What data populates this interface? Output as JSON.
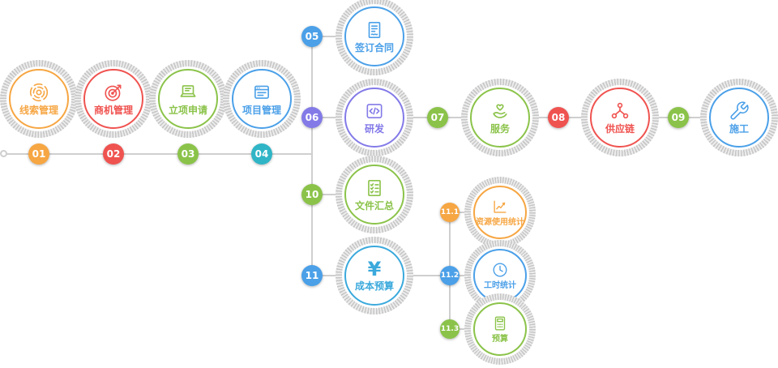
{
  "colors": {
    "orange": "#F6A643",
    "red": "#EF5350",
    "green": "#8BC34A",
    "blue": "#4BA0E8",
    "purple": "#837AE8",
    "teal": "#2FB5C6",
    "sky": "#3BA9DC",
    "line": "#CFCFCF",
    "ring": "#D6D6D6"
  },
  "nodes": {
    "clue": {
      "label": "线索管理",
      "badge": "01",
      "icon": "radar-icon"
    },
    "opportunity": {
      "label": "商机管理",
      "badge": "02",
      "icon": "target-arrow-icon"
    },
    "initiation": {
      "label": "立项申请",
      "badge": "03",
      "icon": "laptop-doc-icon"
    },
    "project": {
      "label": "项目管理",
      "badge": "04",
      "icon": "browser-icon"
    },
    "contract": {
      "label": "签订合同",
      "badge": "05",
      "icon": "contract-icon"
    },
    "rnd": {
      "label": "研发",
      "badge": "06",
      "icon": "code-icon"
    },
    "service": {
      "label": "服务",
      "badge": "07",
      "icon": "heart-hand-icon"
    },
    "supply": {
      "label": "供应链",
      "badge": "08",
      "icon": "network-icon"
    },
    "construction": {
      "label": "施工",
      "badge": "09",
      "icon": "wrench-icon"
    },
    "docs": {
      "label": "文件汇总",
      "badge": "10",
      "icon": "checklist-icon"
    },
    "budget": {
      "label": "成本预算",
      "badge": "11",
      "icon": "yuan-icon",
      "icon_glyph": "¥"
    },
    "resource": {
      "label": "资源使用统计",
      "badge": "11.1",
      "icon": "chart-up-icon"
    },
    "hours": {
      "label": "工时统计",
      "badge": "11.2",
      "icon": "clock-icon"
    },
    "estimate": {
      "label": "预算",
      "badge": "11.3",
      "icon": "calculator-icon"
    }
  }
}
